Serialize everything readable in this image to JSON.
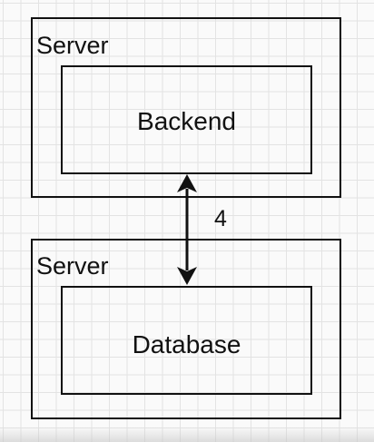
{
  "diagram": {
    "top_server": {
      "label": "Server",
      "inner_label": "Backend"
    },
    "bottom_server": {
      "label": "Server",
      "inner_label": "Database"
    },
    "connection": {
      "label": "4",
      "direction": "bidirectional"
    },
    "colors": {
      "stroke": "#111111",
      "grid": "#e3e3e3",
      "background": "#fafafa"
    }
  }
}
